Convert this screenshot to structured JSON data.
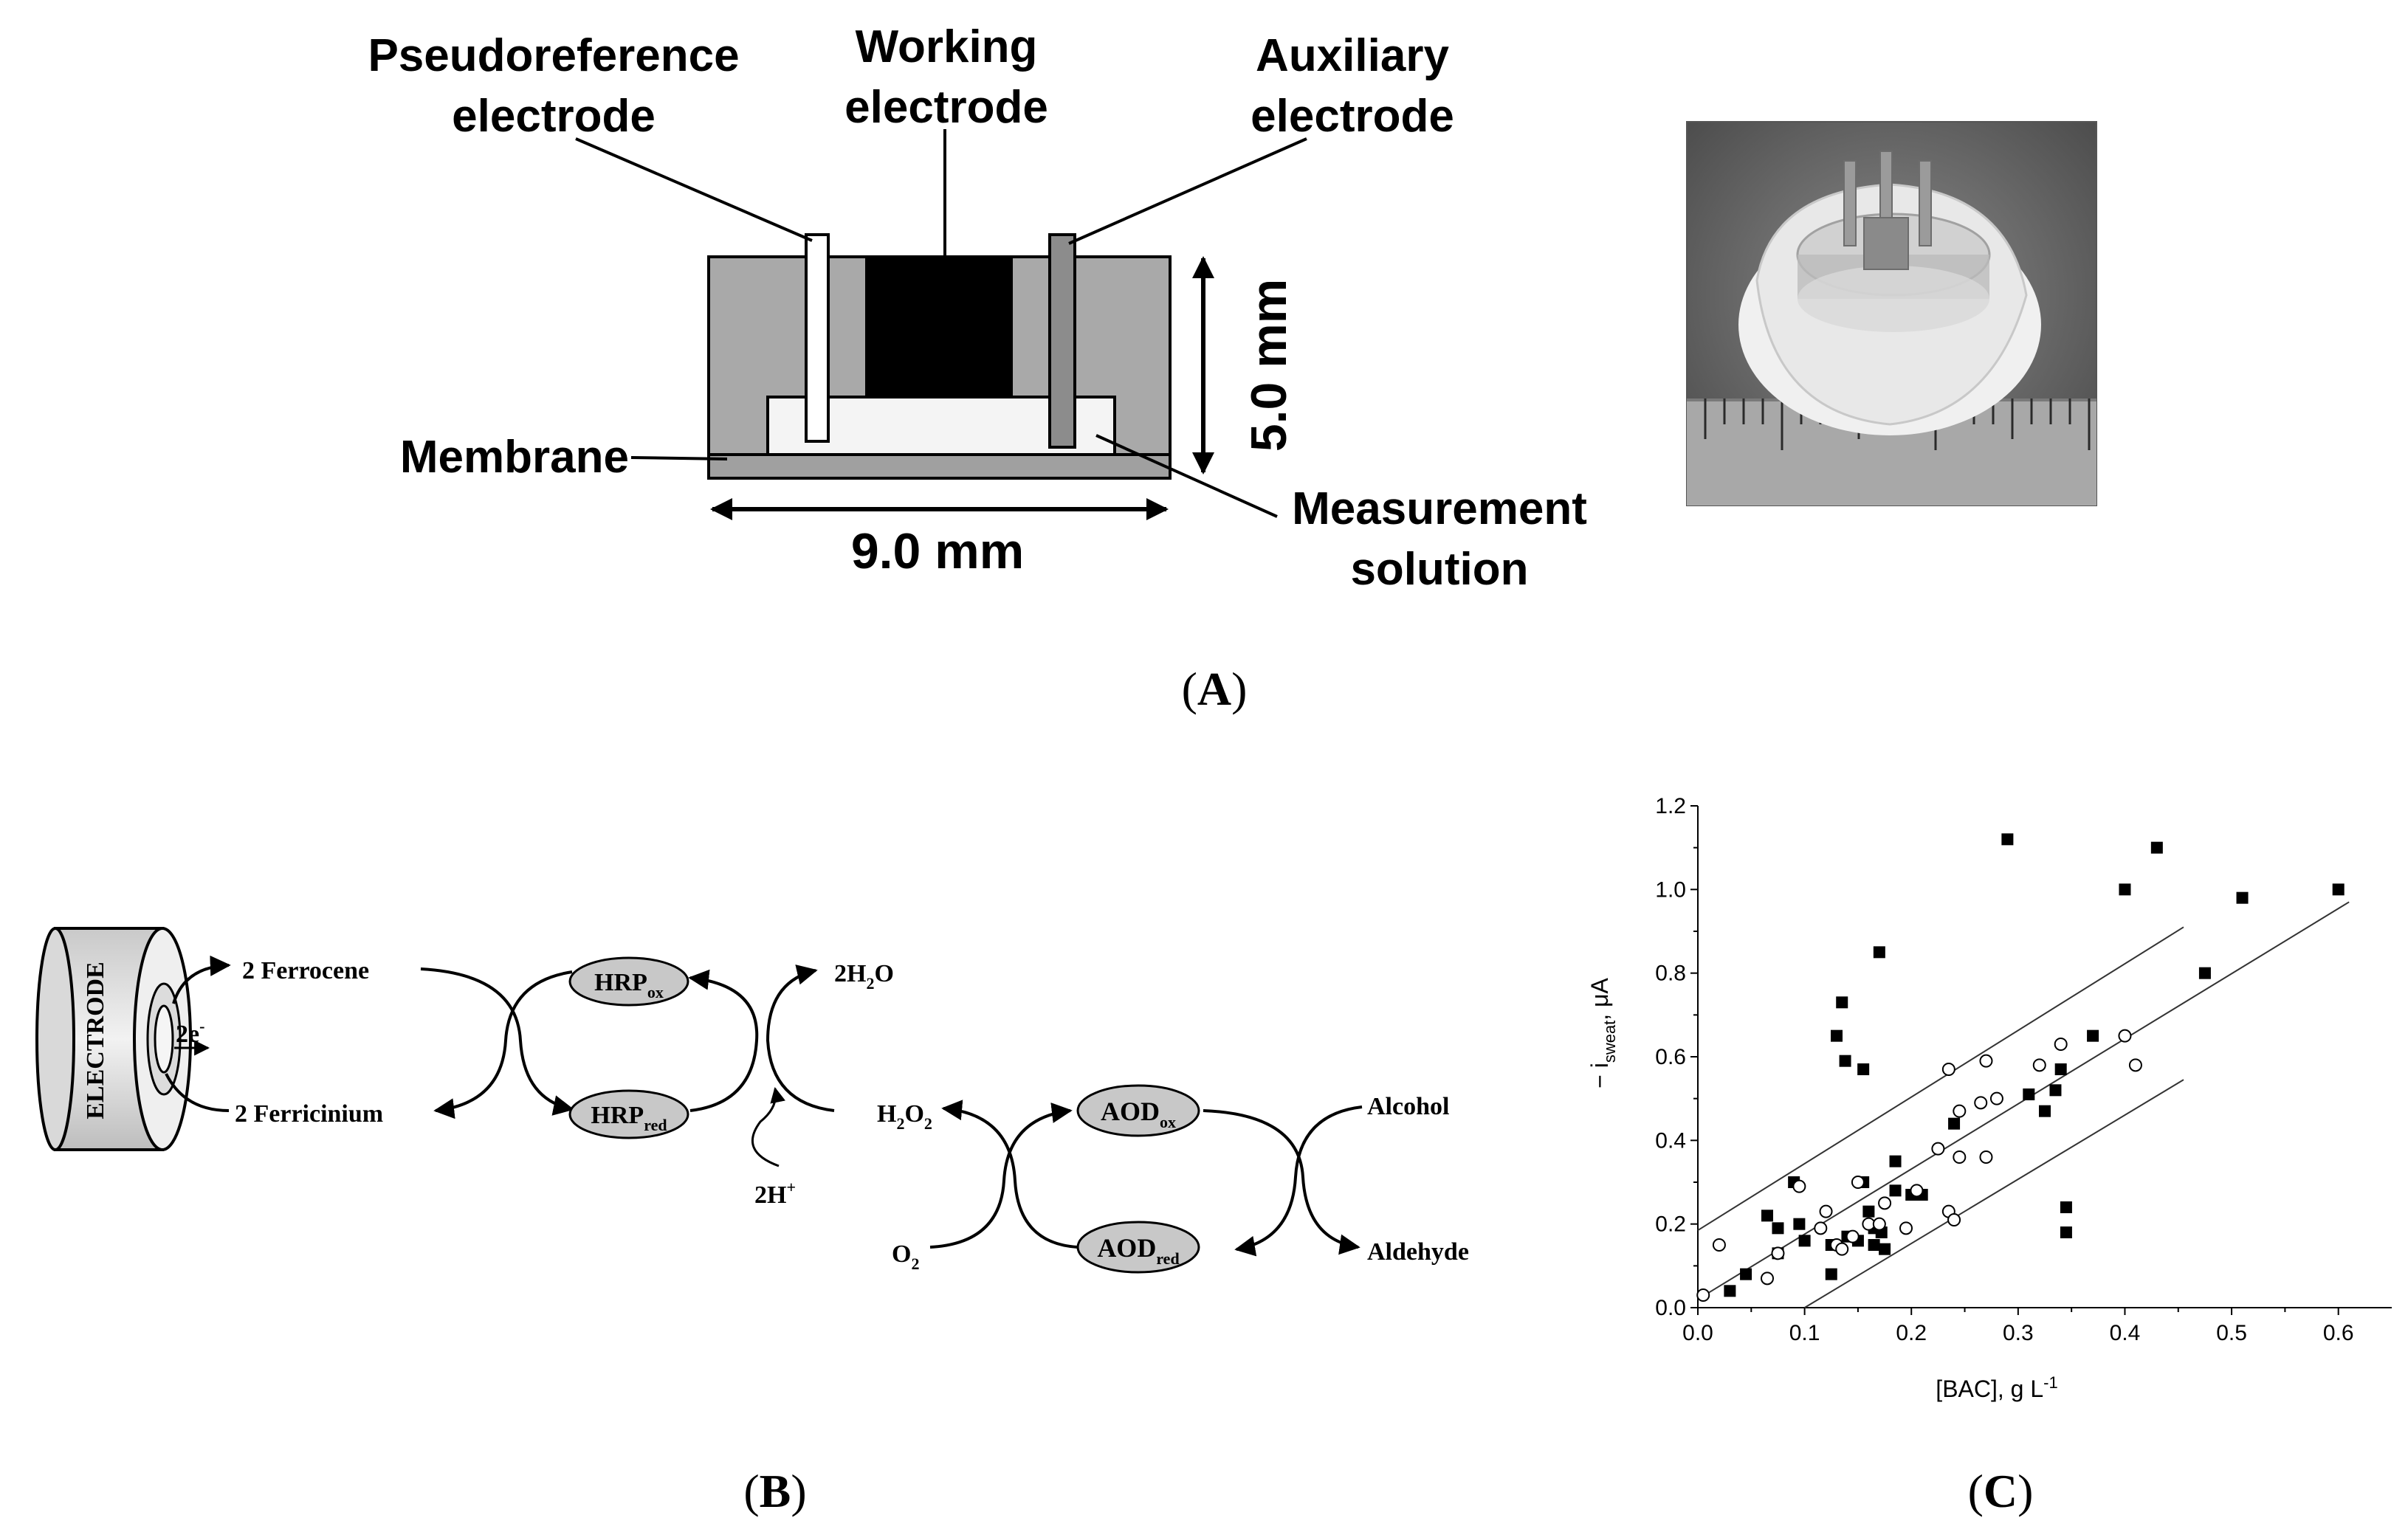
{
  "panel_a": {
    "label_open": "(",
    "label_letter": "A",
    "label_close": ")",
    "pseudoreference": [
      "Pseudoreference",
      "electrode"
    ],
    "working": [
      "Working",
      "electrode"
    ],
    "auxiliary": [
      "Auxiliary",
      "electrode"
    ],
    "membrane": "Membrane",
    "measurement": [
      "Measurement",
      "solution"
    ],
    "height_dim": "5.0 mm",
    "width_dim": "9.0 mm"
  },
  "panel_b": {
    "label_open": "(",
    "label_letter": "B",
    "label_close": ")",
    "electrode": "ELECTRODE",
    "electrons": "2e",
    "electrons_sup": "-",
    "ferrocene": "2 Ferrocene",
    "ferricinium": "2 Ferricinium",
    "hrp": "HRP",
    "hrp_ox_sub": "ox",
    "hrp_red_sub": "red",
    "water_a": "2H",
    "water_sub": "2",
    "water_b": "O",
    "peroxide_a": "H",
    "peroxide_sub1": "2",
    "peroxide_b": "O",
    "peroxide_sub2": "2",
    "protons": "2H",
    "protons_sup": "+",
    "aod": "AOD",
    "aod_ox_sub": "ox",
    "aod_red_sub": "red",
    "oxygen": "O",
    "oxygen_sub": "2",
    "alcohol": "Alcohol",
    "aldehyde": "Aldehyde"
  },
  "panel_c": {
    "label_open": "(",
    "label_letter": "C",
    "label_close": ")"
  },
  "chart_data": {
    "type": "scatter",
    "xlabel": "[BAC], g L",
    "xlabel_sup": "-1",
    "ylabel_main": "− i",
    "ylabel_sub": "sweat",
    "ylabel_unit": ", μA",
    "xlim": [
      0.0,
      0.65
    ],
    "ylim": [
      0.0,
      1.2
    ],
    "xticks": [
      "0.0",
      "0.1",
      "0.2",
      "0.3",
      "0.4",
      "0.5",
      "0.6"
    ],
    "yticks": [
      "0.0",
      "0.2",
      "0.4",
      "0.6",
      "0.8",
      "1.0",
      "1.2"
    ],
    "grid": false,
    "series": [
      {
        "marker": "filled-square",
        "points": [
          [
            0.03,
            0.04
          ],
          [
            0.045,
            0.08
          ],
          [
            0.065,
            0.22
          ],
          [
            0.075,
            0.19
          ],
          [
            0.075,
            0.13
          ],
          [
            0.09,
            0.3
          ],
          [
            0.095,
            0.2
          ],
          [
            0.1,
            0.16
          ],
          [
            0.125,
            0.08
          ],
          [
            0.125,
            0.15
          ],
          [
            0.13,
            0.65
          ],
          [
            0.135,
            0.73
          ],
          [
            0.138,
            0.59
          ],
          [
            0.14,
            0.17
          ],
          [
            0.15,
            0.16
          ],
          [
            0.155,
            0.57
          ],
          [
            0.155,
            0.3
          ],
          [
            0.16,
            0.23
          ],
          [
            0.165,
            0.15
          ],
          [
            0.165,
            0.19
          ],
          [
            0.17,
            0.85
          ],
          [
            0.172,
            0.18
          ],
          [
            0.175,
            0.14
          ],
          [
            0.185,
            0.35
          ],
          [
            0.185,
            0.28
          ],
          [
            0.2,
            0.27
          ],
          [
            0.21,
            0.27
          ],
          [
            0.24,
            0.44
          ],
          [
            0.29,
            1.12
          ],
          [
            0.31,
            0.51
          ],
          [
            0.325,
            0.47
          ],
          [
            0.335,
            0.52
          ],
          [
            0.34,
            0.57
          ],
          [
            0.345,
            0.24
          ],
          [
            0.345,
            0.18
          ],
          [
            0.37,
            0.65
          ],
          [
            0.4,
            1.0
          ],
          [
            0.43,
            1.1
          ],
          [
            0.475,
            0.8
          ],
          [
            0.51,
            0.98
          ],
          [
            0.6,
            1.0
          ]
        ]
      },
      {
        "marker": "open-circle",
        "points": [
          [
            0.005,
            0.03
          ],
          [
            0.02,
            0.15
          ],
          [
            0.065,
            0.07
          ],
          [
            0.075,
            0.13
          ],
          [
            0.095,
            0.29
          ],
          [
            0.115,
            0.19
          ],
          [
            0.12,
            0.23
          ],
          [
            0.13,
            0.15
          ],
          [
            0.135,
            0.14
          ],
          [
            0.145,
            0.17
          ],
          [
            0.15,
            0.3
          ],
          [
            0.16,
            0.2
          ],
          [
            0.17,
            0.2
          ],
          [
            0.175,
            0.25
          ],
          [
            0.195,
            0.19
          ],
          [
            0.205,
            0.28
          ],
          [
            0.225,
            0.38
          ],
          [
            0.235,
            0.57
          ],
          [
            0.235,
            0.23
          ],
          [
            0.24,
            0.21
          ],
          [
            0.245,
            0.36
          ],
          [
            0.245,
            0.47
          ],
          [
            0.265,
            0.49
          ],
          [
            0.27,
            0.59
          ],
          [
            0.27,
            0.36
          ],
          [
            0.28,
            0.5
          ],
          [
            0.32,
            0.58
          ],
          [
            0.34,
            0.63
          ],
          [
            0.4,
            0.65
          ],
          [
            0.41,
            0.58
          ]
        ]
      }
    ],
    "lines": [
      {
        "x": [
          0.0,
          0.455
        ],
        "y": [
          0.185,
          0.91
        ]
      },
      {
        "x": [
          0.0,
          0.61
        ],
        "y": [
          0.02,
          0.97
        ]
      },
      {
        "x": [
          0.1,
          0.455
        ],
        "y": [
          0.0,
          0.545
        ]
      }
    ]
  }
}
